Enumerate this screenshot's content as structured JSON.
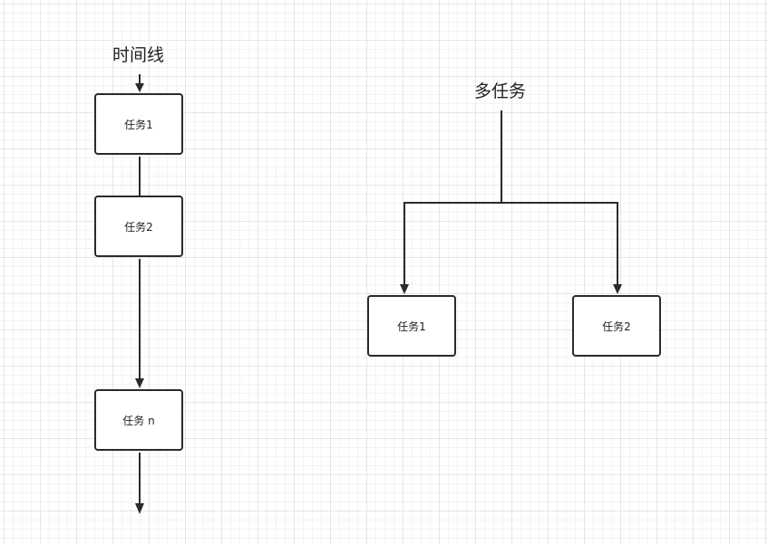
{
  "timeline": {
    "title": "时间线",
    "tasks": [
      "任务1",
      "任务2",
      "任务 n"
    ]
  },
  "multitask": {
    "title": "多任务",
    "tasks": [
      "任务1",
      "任务2"
    ]
  }
}
